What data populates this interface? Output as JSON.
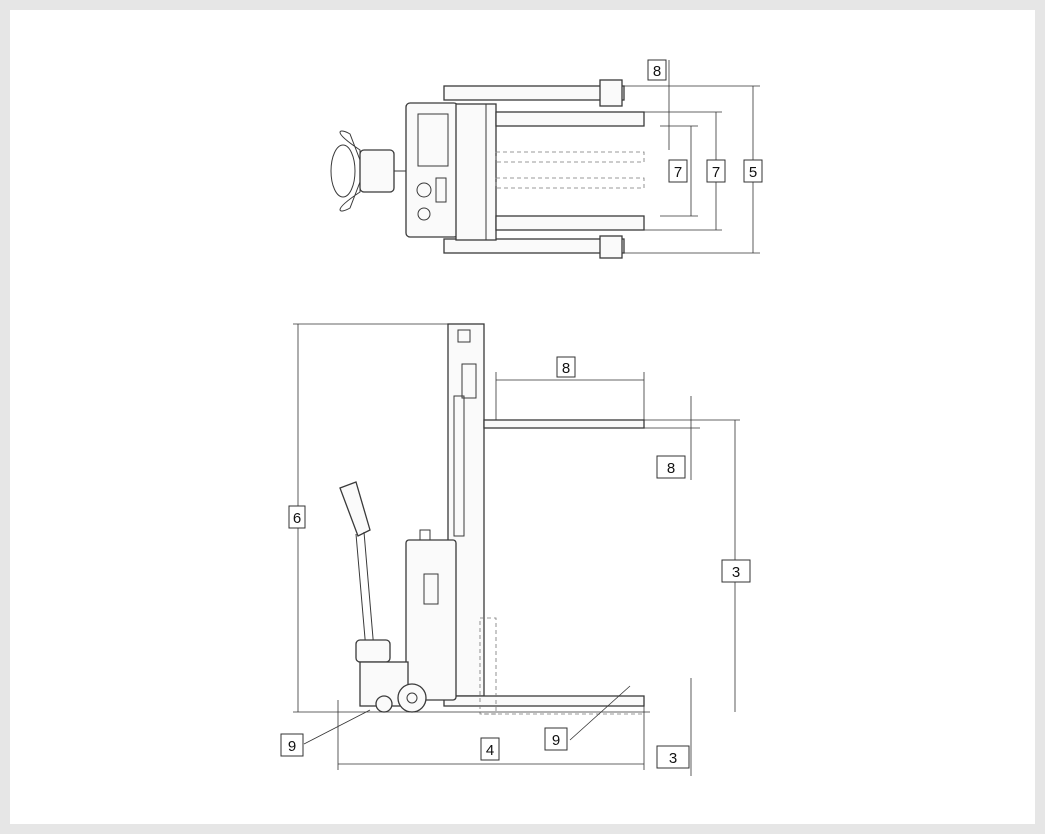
{
  "diagram": {
    "top_view": {
      "labels": {
        "top_offset": "8",
        "inner_width_a": "7",
        "inner_width_b": "7",
        "overall_width": "5"
      }
    },
    "side_view": {
      "labels": {
        "fork_length": "8",
        "fork_thickness": "8",
        "lift_height": "3",
        "overall_height": "6",
        "ground_clearance": "3",
        "overall_length": "4",
        "wheel_angle_left": "9",
        "wheel_angle_right": "9"
      }
    }
  },
  "colors": {
    "background": "#e6e6e6",
    "canvas": "#ffffff",
    "line": "#3a3a3a"
  }
}
